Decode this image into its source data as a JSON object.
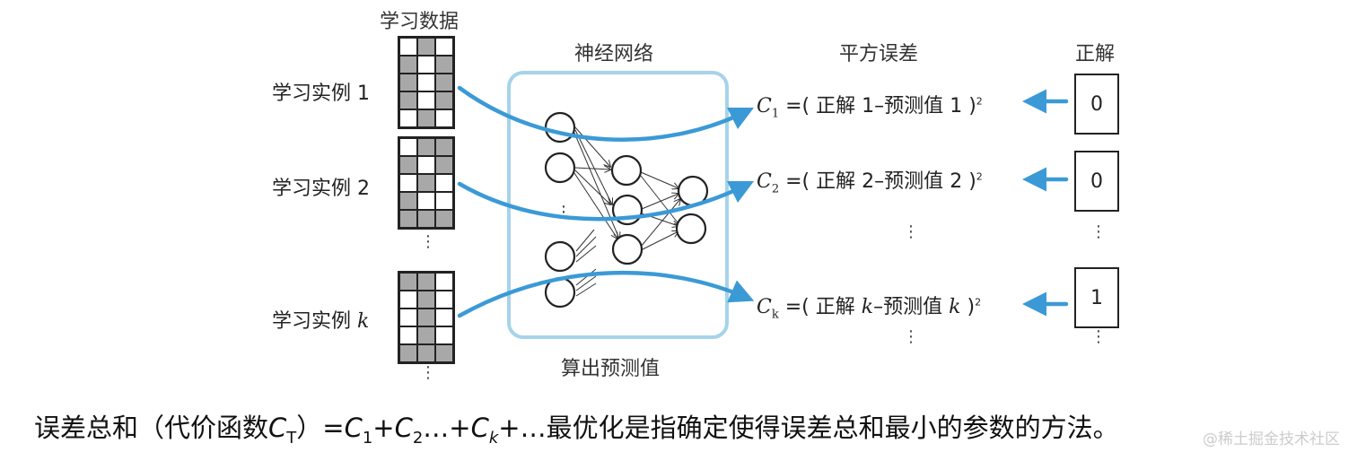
{
  "headers": {
    "learning_data": "学习数据",
    "neural_network": "神经网络",
    "squared_error": "平方误差",
    "correct_answer": "正解",
    "compute_prediction": "算出预测值"
  },
  "examples": [
    {
      "label_prefix": "学习实例",
      "label_index": "1",
      "index_italic": false,
      "grid": [
        [
          0,
          1,
          0
        ],
        [
          1,
          0,
          1
        ],
        [
          1,
          0,
          1
        ],
        [
          1,
          0,
          1
        ],
        [
          0,
          1,
          0
        ]
      ]
    },
    {
      "label_prefix": "学习实例",
      "label_index": "2",
      "index_italic": false,
      "grid": [
        [
          0,
          1,
          1
        ],
        [
          1,
          0,
          1
        ],
        [
          0,
          1,
          0
        ],
        [
          1,
          0,
          0
        ],
        [
          1,
          1,
          1
        ]
      ]
    },
    {
      "label_prefix": "学习实例",
      "label_index": "k",
      "index_italic": true,
      "grid": [
        [
          1,
          1,
          0
        ],
        [
          0,
          1,
          0
        ],
        [
          0,
          1,
          0
        ],
        [
          0,
          1,
          0
        ],
        [
          1,
          1,
          1
        ]
      ]
    }
  ],
  "ellipsis": "⋮",
  "formulas": [
    {
      "c": "C",
      "sub": "1",
      "open": "=(",
      "correct": "正解",
      "idx1": "1",
      "minus": "–",
      "pred": "预测值",
      "idx2": "1",
      "close": ")",
      "sup": "2",
      "idx_italic": false
    },
    {
      "c": "C",
      "sub": "2",
      "open": "=(",
      "correct": "正解",
      "idx1": "2",
      "minus": "–",
      "pred": "预测值",
      "idx2": "2",
      "close": ")",
      "sup": "2",
      "idx_italic": false
    },
    {
      "c": "C",
      "sub": "k",
      "open": "=(",
      "correct": "正解",
      "idx1": "k",
      "minus": "–",
      "pred": "预测值",
      "idx2": "k",
      "close": ")",
      "sup": "2",
      "idx_italic": true
    }
  ],
  "answers": [
    "0",
    "0",
    "1"
  ],
  "bottom": {
    "part1": "误差总和（代价函数",
    "c_t": "C",
    "t_sub": "T",
    "part2": "）=",
    "c1": "C",
    "s1": "1",
    "plus1": "+",
    "c2": "C",
    "s2": "2",
    "dots1": "…+",
    "ck": "C",
    "sk": "k",
    "dots2": "+…",
    "part3": "最优化是指确定使得误差总和最小的参数的方法。"
  },
  "watermark": "@稀土掘金技术社区",
  "colors": {
    "arrow_blue": "#3b9ad6",
    "nn_box_border": "#a6d3ea",
    "grid_gray": "#a8a8a8",
    "grid_white": "#ffffff",
    "text": "#222222"
  },
  "icons": {
    "flow_arrow": "curved-arrow-icon",
    "answer_arrow": "left-arrow-icon"
  }
}
